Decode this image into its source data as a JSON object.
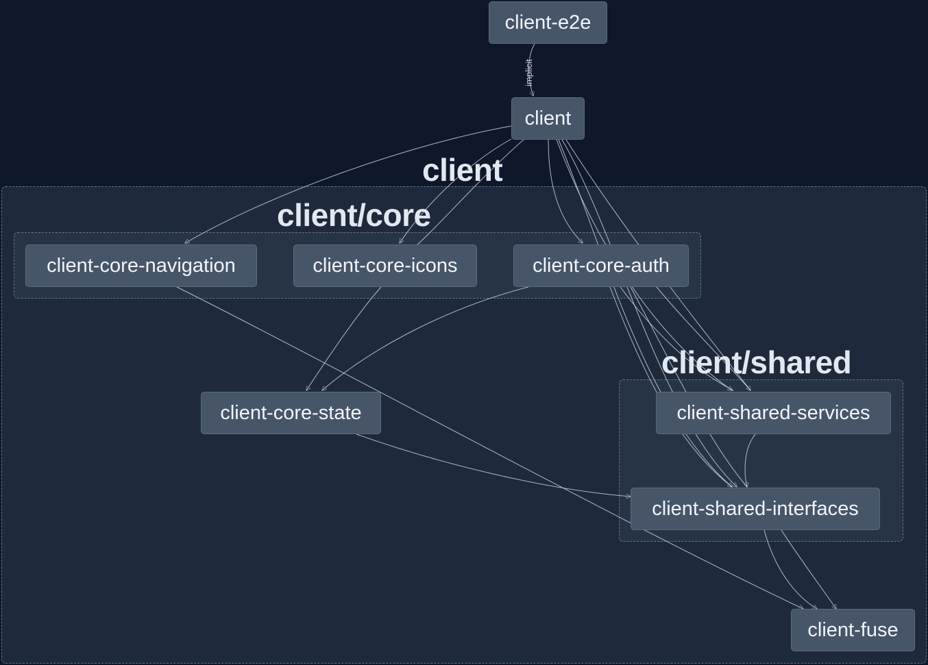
{
  "groups": {
    "client": "client",
    "client_core": "client/core",
    "client_shared": "client/shared"
  },
  "nodes": {
    "client_e2e": "client-e2e",
    "client": "client",
    "client_core_navigation": "client-core-navigation",
    "client_core_icons": "client-core-icons",
    "client_core_auth": "client-core-auth",
    "client_core_state": "client-core-state",
    "client_shared_services": "client-shared-services",
    "client_shared_interfaces": "client-shared-interfaces",
    "client_fuse": "client-fuse"
  },
  "edges": [
    {
      "from": "client-e2e",
      "to": "client",
      "label": "implicit"
    },
    {
      "from": "client",
      "to": "client-core-navigation"
    },
    {
      "from": "client",
      "to": "client-core-icons"
    },
    {
      "from": "client",
      "to": "client-core-auth"
    },
    {
      "from": "client",
      "to": "client-shared-services"
    },
    {
      "from": "client",
      "to": "client-shared-interfaces"
    },
    {
      "from": "client-core-navigation",
      "to": "client-fuse"
    },
    {
      "from": "client-core-icons",
      "to": "client-core-state"
    },
    {
      "from": "client-core-auth",
      "to": "client-core-state"
    },
    {
      "from": "client-core-auth",
      "to": "client-shared-services"
    },
    {
      "from": "client-core-auth",
      "to": "client-shared-interfaces"
    },
    {
      "from": "client-core-state",
      "to": "client-shared-interfaces"
    },
    {
      "from": "client-shared-services",
      "to": "client-shared-interfaces"
    },
    {
      "from": "client-shared-interfaces",
      "to": "client-fuse"
    }
  ],
  "colors": {
    "background": "#0f172a",
    "group_fill": "#1e293b",
    "node_fill": "#475569",
    "edge": "#cbd5e1",
    "text": "#f1f5f9"
  }
}
